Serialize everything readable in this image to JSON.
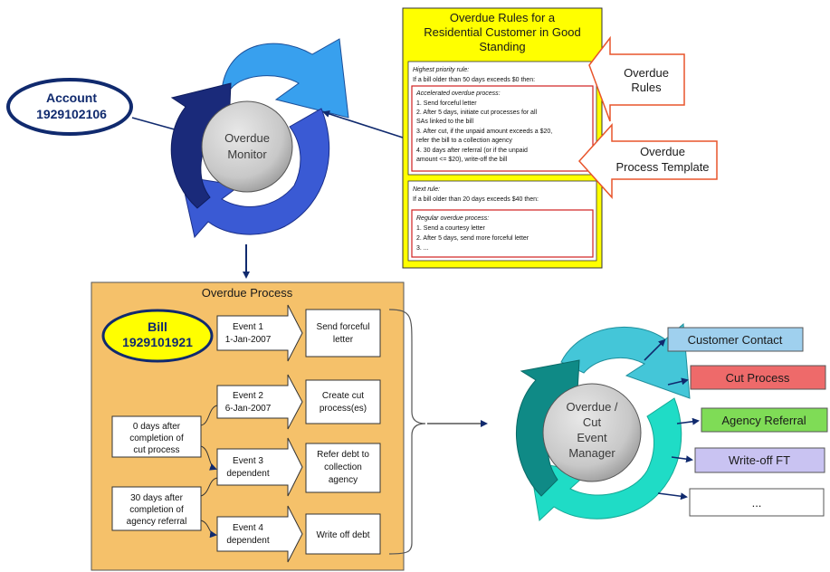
{
  "rules_panel": {
    "title_lines": [
      "Overdue Rules for a",
      "Residential Customer in Good",
      "Standing"
    ],
    "highest_rule": {
      "heading": "Highest priority rule:",
      "condition": "If a bill older than 50 days exceeds $0 then:",
      "process_title": "Accelerated overdue process:",
      "steps": [
        "1.  Send forceful letter",
        "2.  After 5 days, initiate cut processes for all",
        "     SAs linked to the bill",
        "3.  After cut, if the unpaid amount exceeds a $20,",
        "     refer the bill to a collection agency",
        "4.  30 days after referral (or if the unpaid",
        "     amount <= $20), write-off the bill"
      ]
    },
    "next_rule": {
      "heading": "Next rule:",
      "condition": "If a bill older than 20 days exceeds $40 then:",
      "process_title": "Regular overdue process:",
      "steps": [
        "1.  Send a courtesy letter",
        "2.  After 5 days, send more forceful letter",
        "3.  ..."
      ]
    }
  },
  "callouts": {
    "rules": [
      "Overdue",
      "Rules"
    ],
    "template": [
      "Overdue",
      "Process Template"
    ]
  },
  "account": {
    "label": "Account",
    "number": "1929102106"
  },
  "monitor": {
    "line1": "Overdue",
    "line2": "Monitor"
  },
  "process_panel": {
    "title": "Overdue Process",
    "bill": {
      "label": "Bill",
      "number": "1929101921"
    },
    "events": [
      {
        "line1": "Event 1",
        "line2": "1-Jan-2007",
        "action": [
          "Send forceful",
          "letter"
        ]
      },
      {
        "line1": "Event 2",
        "line2": "6-Jan-2007",
        "action": [
          "Create cut",
          "process(es)"
        ]
      },
      {
        "line1": "Event 3",
        "line2": "dependent",
        "action": [
          "Refer debt to",
          "collection",
          "agency"
        ]
      },
      {
        "line1": "Event 4",
        "line2": "dependent",
        "action": [
          "Write off debt"
        ]
      }
    ],
    "conditions": [
      [
        "0 days after",
        "completion of",
        "cut process"
      ],
      [
        "30 days after",
        "completion of",
        "agency referral"
      ]
    ]
  },
  "event_manager": {
    "lines": [
      "Overdue /",
      "Cut",
      "Event",
      "Manager"
    ]
  },
  "outputs": [
    {
      "label": "Customer Contact",
      "color": "#9fd0ee"
    },
    {
      "label": "Cut Process",
      "color": "#ee6a6a"
    },
    {
      "label": "Agency Referral",
      "color": "#7fdc56"
    },
    {
      "label": "Write-off FT",
      "color": "#c9c3f2"
    },
    {
      "label": "...",
      "color": "#ffffff"
    }
  ],
  "colors": {
    "rules_panel_bg": "#ffff00",
    "process_panel_bg": "#f5c16a",
    "callout_border": "#e8552c",
    "navy": "#102a6e"
  }
}
